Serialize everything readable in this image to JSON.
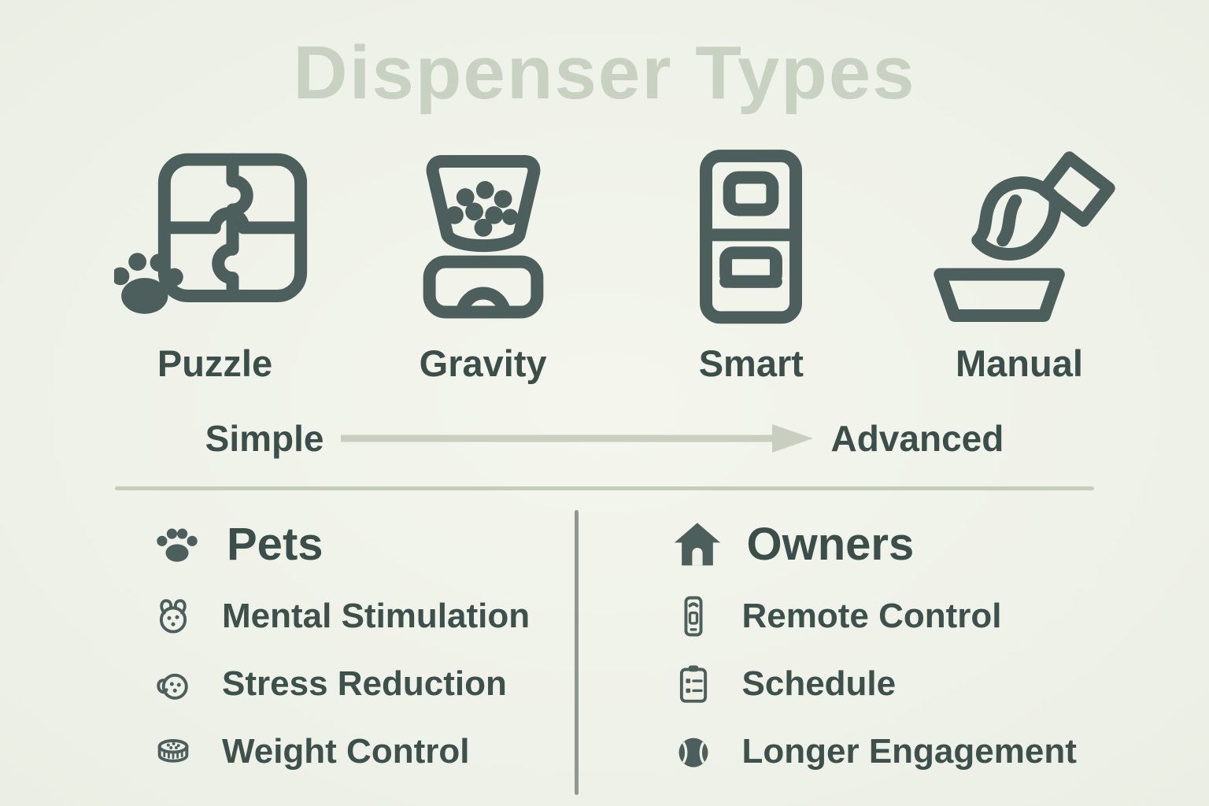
{
  "title": "Dispenser Types",
  "colors": {
    "background": "#eef1e8",
    "title": "#c8d1c2",
    "ink": "#3f514d",
    "icon": "#4d5f5c",
    "arrow": "#c9cfc0",
    "divider_horizontal": "#c6ccbd",
    "divider_vertical": "#8e9890"
  },
  "dispenser_types": [
    {
      "label": "Puzzle",
      "icon": "puzzle-paw-icon"
    },
    {
      "label": "Gravity",
      "icon": "gravity-feeder-icon"
    },
    {
      "label": "Smart",
      "icon": "smart-feeder-icon"
    },
    {
      "label": "Manual",
      "icon": "hand-bowl-icon"
    }
  ],
  "spectrum": {
    "left": "Simple",
    "right": "Advanced",
    "arrow_icon": "arrow-right-icon"
  },
  "sections": [
    {
      "heading": "Pets",
      "icon": "paw-icon",
      "items": [
        {
          "label": "Mental Stimulation",
          "icon": "dog-head-icon"
        },
        {
          "label": "Stress Reduction",
          "icon": "dog-face-icon"
        },
        {
          "label": "Weight Control",
          "icon": "food-bowl-icon"
        }
      ]
    },
    {
      "heading": "Owners",
      "icon": "house-icon",
      "items": [
        {
          "label": "Remote Control",
          "icon": "phone-icon"
        },
        {
          "label": "Schedule",
          "icon": "clipboard-icon"
        },
        {
          "label": "Longer Engagement",
          "icon": "ball-icon"
        }
      ]
    }
  ]
}
